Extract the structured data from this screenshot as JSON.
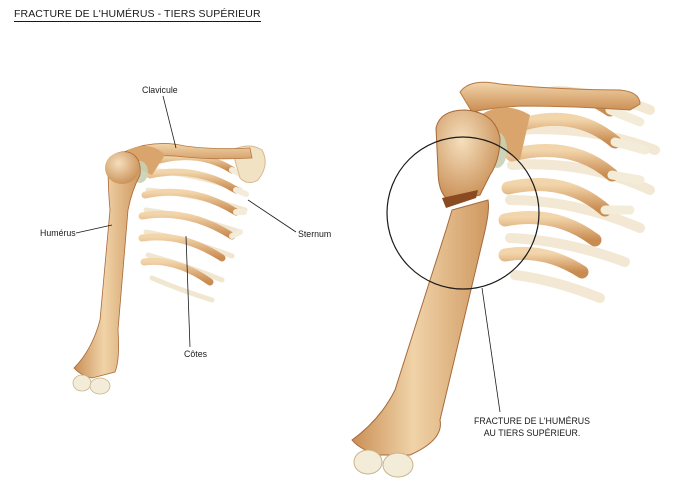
{
  "title": "FRACTURE DE L'HUMÉRUS - TIERS SUPÉRIEUR",
  "labels": {
    "clavicle": "Clavicule",
    "humerus": "Humérus",
    "sternum": "Sternum",
    "ribs": "Côtes"
  },
  "callout": {
    "line1": "FRACTURE DE L'HUMÉRUS",
    "line2": "AU TIERS SUPÉRIEUR."
  },
  "colors": {
    "bone": "#e9c596",
    "bone_shade": "#c98f55",
    "bone_dark": "#a8693a",
    "cartilage": "#f3ecd9",
    "joint": "#c8d2b4"
  }
}
